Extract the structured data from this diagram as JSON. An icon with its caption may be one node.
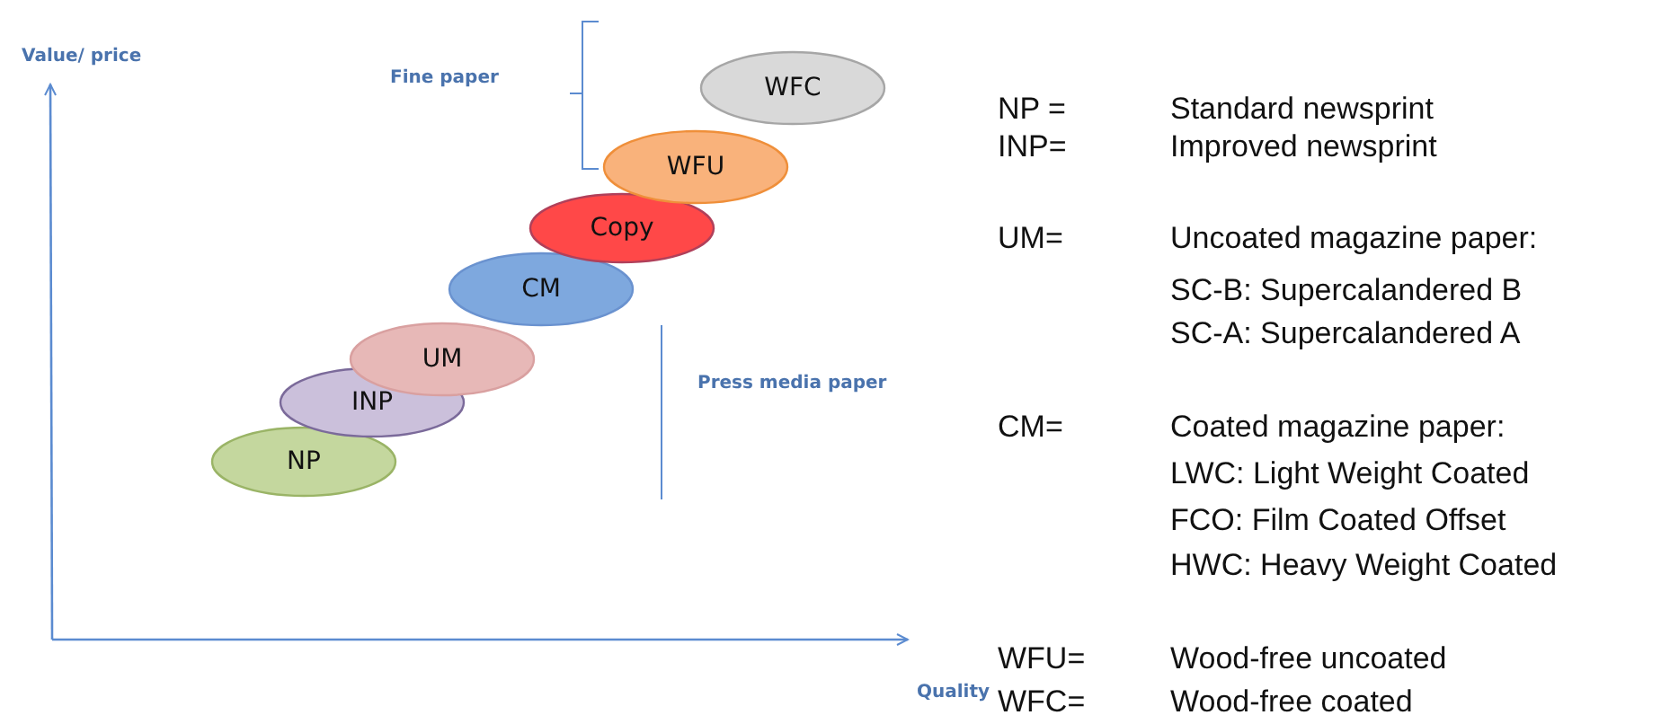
{
  "diagram": {
    "nodes": [
      {
        "text": [
          "WFC"
        ]
      },
      {
        "text": [
          "WFU"
        ]
      },
      {
        "text": [
          "Copy"
        ]
      },
      {
        "text": [
          "CM"
        ]
      },
      {
        "text": [
          "UM"
        ]
      },
      {
        "text": [
          "INP"
        ]
      },
      {
        "text": [
          "NP"
        ]
      }
    ],
    "edges": [],
    "labels": [
      "Value/ price",
      "Fine paper",
      "NP =",
      "Standard newsprint",
      "INP=",
      "Improved newsprint",
      "UM=",
      "Uncoated magazine paper:",
      "SC-B: Supercalandered B",
      "SC-A: Supercalandered A",
      "Press media paper",
      "CM=",
      "Coated magazine paper:",
      "LWC: Light Weight Coated",
      "FCO: Film Coated Offset",
      "HWC: Heavy Weight Coated",
      "WFU=",
      "Wood-free uncoated",
      "Quality",
      "WFC=",
      "Wood-free coated"
    ]
  }
}
